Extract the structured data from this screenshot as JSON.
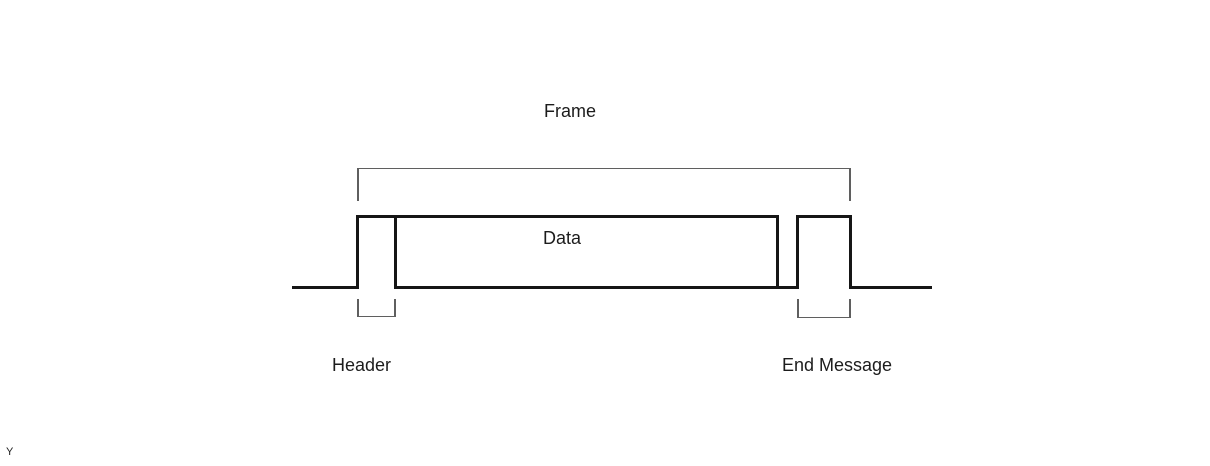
{
  "diagram": {
    "type": "frame-structure-waveform",
    "title_label": "Frame",
    "segments": {
      "header_label": "Header",
      "data_label": "Data",
      "end_message_label": "End Message"
    },
    "corner_label": "Y",
    "colors": {
      "line": "#161616",
      "bracket": "#5f5f5f",
      "text": "#1c1c1c",
      "background": "#ffffff"
    }
  }
}
